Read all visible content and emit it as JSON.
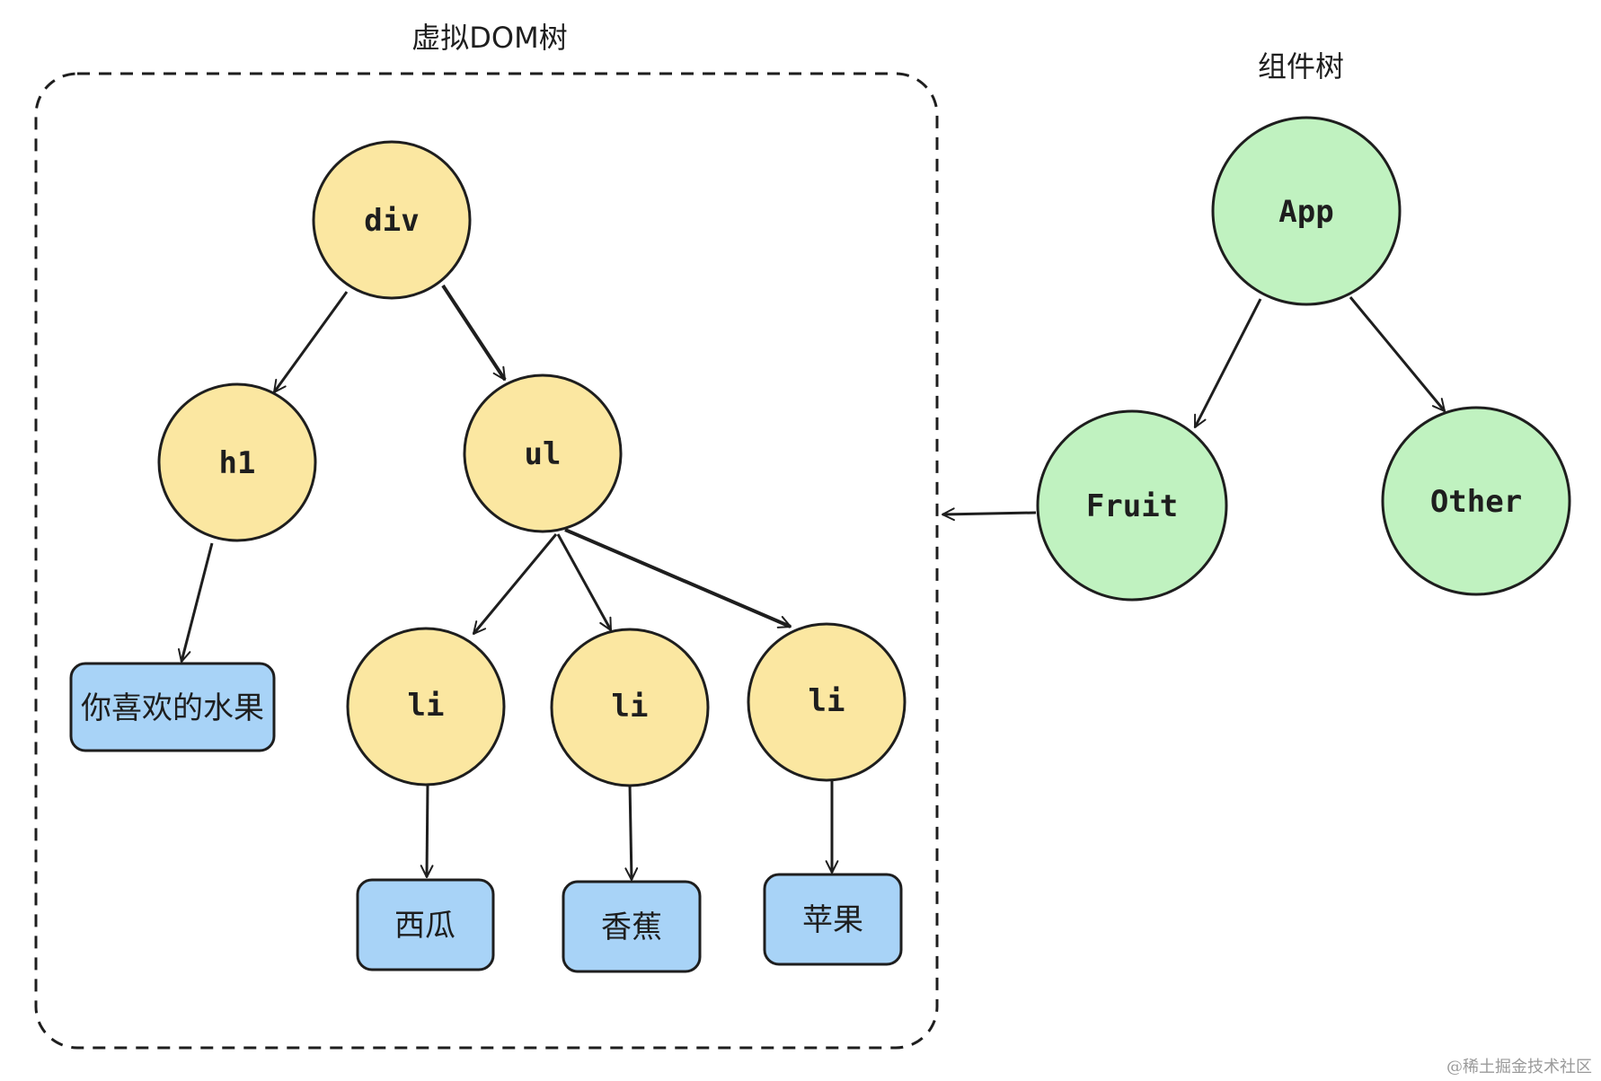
{
  "vdom": {
    "title": "虚拟DOM树",
    "nodes": {
      "div": "div",
      "h1": "h1",
      "ul": "ul",
      "li1": "li",
      "li2": "li",
      "li3": "li"
    },
    "leaves": {
      "h1_text": "你喜欢的水果",
      "li1_text": "西瓜",
      "li2_text": "香蕉",
      "li3_text": "苹果"
    }
  },
  "component_tree": {
    "title": "组件树",
    "nodes": {
      "app": "App",
      "fruit": "Fruit",
      "other": "Other"
    }
  },
  "watermark": "@稀土掘金技术社区",
  "colors": {
    "dom_node_fill": "#fbe7a1",
    "component_node_fill": "#c0f2c0",
    "text_node_fill": "#a8d3f7",
    "stroke": "#1e1e1e"
  }
}
